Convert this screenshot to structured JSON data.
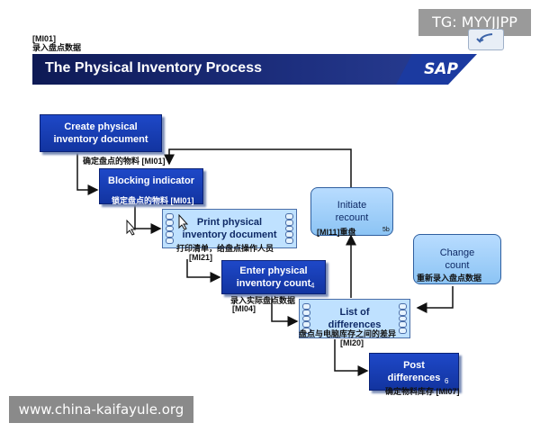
{
  "watermarks": {
    "top_right": "TG: MYYJJPP",
    "bottom_left": "www.china-kaifayule.org"
  },
  "header": {
    "code": "[MI01]",
    "code_sub": "录入盘点数据",
    "title": "The Physical Inventory Process",
    "logo": "SAP"
  },
  "nodes": {
    "create": {
      "line1": "Create physical",
      "line2": "inventory document",
      "label": "确定盘点的物料 [MI01]"
    },
    "blocking": {
      "text": "Blocking indicator",
      "label": "锁定盘点的物料 [MI01]"
    },
    "print": {
      "line1": "Print physical",
      "line2": "inventory document",
      "label1": "打印清单，给盘点操作人员",
      "label2": "[MI21]"
    },
    "enter": {
      "line1": "Enter physical",
      "line2": "inventory count",
      "num": "4",
      "label1": "录入实际盘点数据",
      "label2": "[MI04]"
    },
    "list": {
      "line1": "List of",
      "line2": "differences",
      "label1": "盘点与电脑库存之间的差异",
      "label2": "[MI20]"
    },
    "initiate": {
      "line1": "Initiate",
      "line2": "recount",
      "label": "[MI11]重盘",
      "num": "5b"
    },
    "change": {
      "line1": "Change",
      "line2": "count",
      "label": "重新录入盘点数据"
    },
    "post": {
      "line1": "Post",
      "line2": "differences",
      "num": "6",
      "label": "确定物料库存 [MI07]"
    }
  }
}
